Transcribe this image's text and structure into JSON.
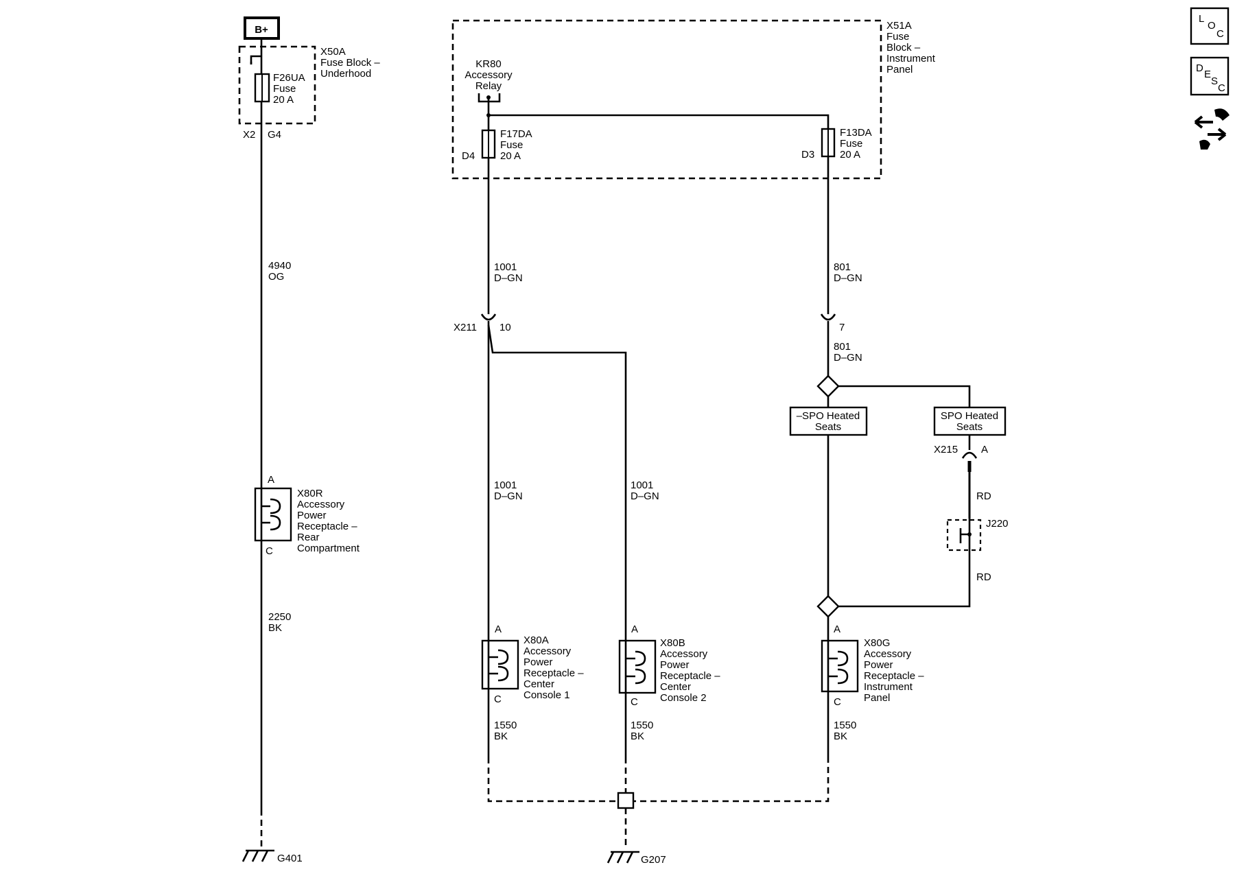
{
  "battery": {
    "label": "B+"
  },
  "fuse_block_underhood": {
    "id": "X50A",
    "name_lines": [
      "Fuse Block –",
      "Underhood"
    ],
    "fuse": {
      "id": "F26UA",
      "name": "Fuse",
      "rating": "20 A"
    },
    "pin_x": "X2",
    "pin_g": "G4"
  },
  "fuse_block_ip": {
    "id": "X51A",
    "name_lines": [
      "Fuse",
      "Block –",
      "Instrument",
      "Panel"
    ],
    "relay": {
      "id": "KR80",
      "name_lines": [
        "Accessory",
        "Relay"
      ]
    },
    "fuse_left": {
      "id": "F17DA",
      "name": "Fuse",
      "rating": "20 A",
      "pin": "D4"
    },
    "fuse_right": {
      "id": "F13DA",
      "name": "Fuse",
      "rating": "20 A",
      "pin": "D3"
    }
  },
  "wires": {
    "w4940": {
      "circuit": "4940",
      "color": "OG"
    },
    "w2250": {
      "circuit": "2250",
      "color": "BK"
    },
    "w1001_top": {
      "circuit": "1001",
      "color": "D–GN"
    },
    "w1001_a": {
      "circuit": "1001",
      "color": "D–GN"
    },
    "w1001_b": {
      "circuit": "1001",
      "color": "D–GN"
    },
    "w801_top": {
      "circuit": "801",
      "color": "D–GN"
    },
    "w801_mid": {
      "circuit": "801",
      "color": "D–GN"
    },
    "w1550_a": {
      "circuit": "1550",
      "color": "BK"
    },
    "w1550_b": {
      "circuit": "1550",
      "color": "BK"
    },
    "w1550_g": {
      "circuit": "1550",
      "color": "BK"
    },
    "rd_top": {
      "color": "RD"
    },
    "rd_bottom": {
      "color": "RD"
    }
  },
  "connectors": {
    "x211": {
      "id": "X211",
      "pin": "10"
    },
    "x211_right": {
      "pin": "7"
    },
    "x215": {
      "id": "X215",
      "pin": "A"
    }
  },
  "options": {
    "no_heated": {
      "label_lines": [
        "–SPO Heated",
        "Seats"
      ]
    },
    "heated": {
      "label_lines": [
        "SPO Heated",
        "Seats"
      ]
    }
  },
  "splice": {
    "id": "J220"
  },
  "receptacles": {
    "rear": {
      "id": "X80R",
      "name_lines": [
        "Accessory",
        "Power",
        "Receptacle –",
        "Rear",
        "Compartment"
      ],
      "pin_top": "A",
      "pin_bottom": "C"
    },
    "center1": {
      "id": "X80A",
      "name_lines": [
        "Accessory",
        "Power",
        "Receptacle –",
        "Center",
        "Console 1"
      ],
      "pin_top": "A",
      "pin_bottom": "C"
    },
    "center2": {
      "id": "X80B",
      "name_lines": [
        "Accessory",
        "Power",
        "Receptacle –",
        "Center",
        "Console 2"
      ],
      "pin_top": "A",
      "pin_bottom": "C"
    },
    "ip": {
      "id": "X80G",
      "name_lines": [
        "Accessory",
        "Power",
        "Receptacle –",
        "Instrument",
        "Panel"
      ],
      "pin_top": "A",
      "pin_bottom": "C"
    }
  },
  "grounds": {
    "g401": "G401",
    "g207": "G207"
  },
  "nav_icons": [
    {
      "name": "loc-icon",
      "letters": [
        "L",
        "O",
        "C"
      ]
    },
    {
      "name": "desc-icon",
      "letters": [
        "D",
        "E",
        "S",
        "C"
      ]
    },
    {
      "name": "connector-end-view-icon",
      "letters": []
    }
  ]
}
